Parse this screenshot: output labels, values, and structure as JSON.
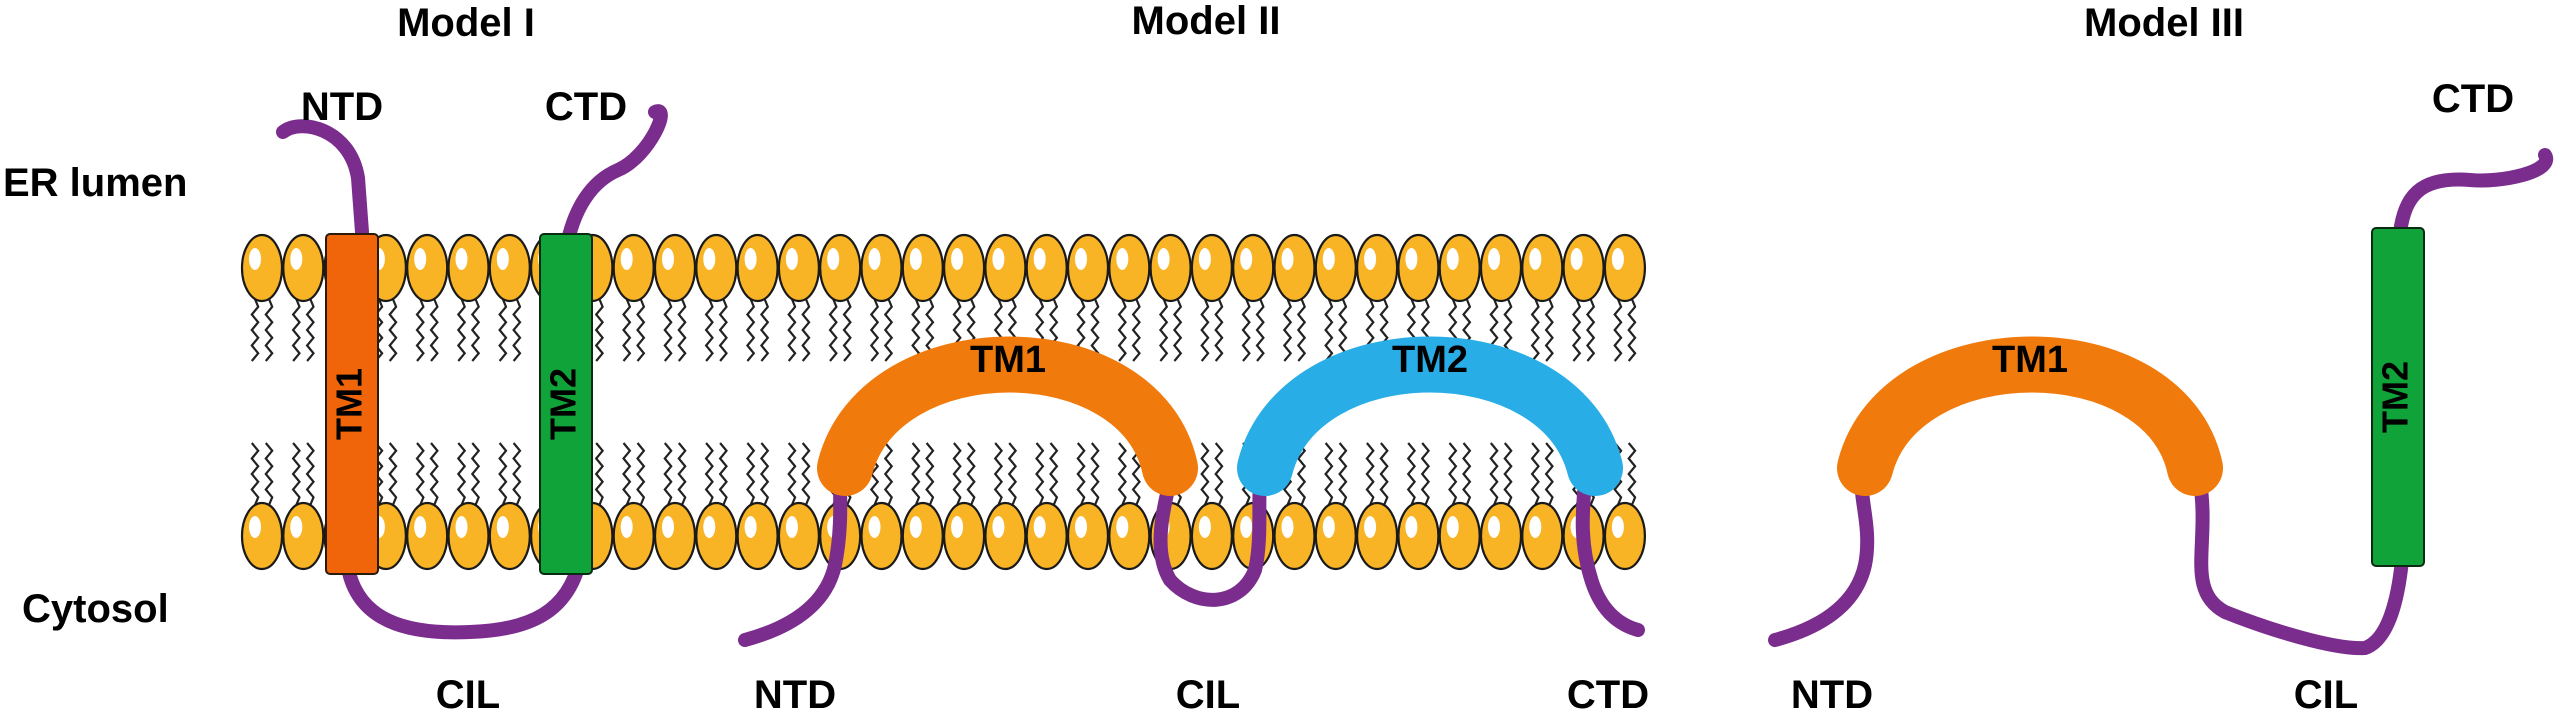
{
  "colors": {
    "head": "#F8B424",
    "head_outline": "#1a1a1a",
    "highlight": "#FFFFFF",
    "tail": "#222222",
    "termini": "#7B2D8E",
    "tm1": "#F07A0C",
    "tm1_rod": "#F0640A",
    "tm2_green": "#10A33A",
    "tm2_blue": "#28ADE6"
  },
  "compartments": {
    "lumen": "ER lumen",
    "cytosol": "Cytosol"
  },
  "models": [
    {
      "title": "Model I",
      "top_labels": [
        "NTD",
        "CTD"
      ],
      "bottom_labels": [
        "CIL"
      ],
      "segments": [
        "TM1",
        "TM2"
      ]
    },
    {
      "title": "Model II",
      "bottom_labels": [
        "NTD",
        "CIL",
        "CTD"
      ],
      "segments": [
        "TM1",
        "TM2"
      ]
    },
    {
      "title": "Model III",
      "top_labels": [
        "CTD"
      ],
      "bottom_labels": [
        "NTD",
        "CIL"
      ],
      "segments": [
        "TM1",
        "TM2"
      ]
    }
  ]
}
